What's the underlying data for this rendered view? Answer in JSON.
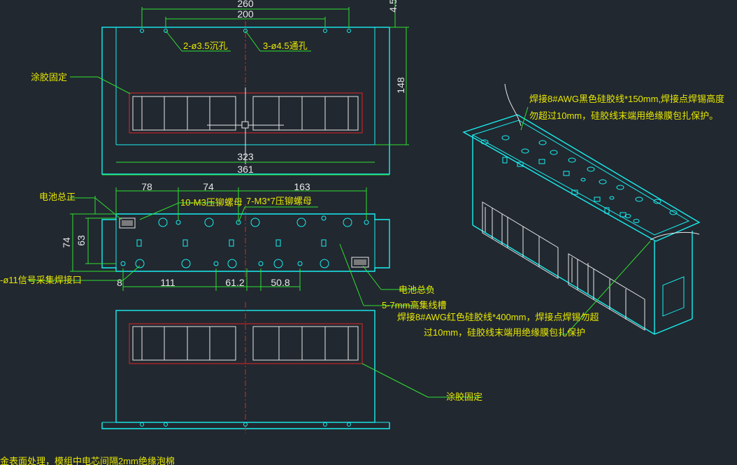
{
  "top_view": {
    "dim_260": "260",
    "dim_200": "200",
    "dim_323": "323",
    "dim_361": "361",
    "dim_148": "148",
    "dim_4_5": "4.5",
    "hole_a": "2-ø3.5沉孔",
    "hole_b": "3-ø4.5通孔",
    "glue_label": "涂胶固定"
  },
  "front_view": {
    "dim_78": "78",
    "dim_74": "74",
    "dim_163": "163",
    "dim_111": "111",
    "dim_61_2": "61.2",
    "dim_50_8": "50.8",
    "dim_8": "8",
    "dim_74v": "74",
    "dim_63": "63",
    "pos_label": "电池总正",
    "m3_nuts": "10-M3压铆螺母",
    "m3x7_nuts": "7-M3*7压铆螺母",
    "signal_port": "-ø11信号采集焊接口",
    "neg_label": "电池总负",
    "wire_slot": "5-7mm高集线槽"
  },
  "bottom_view": {
    "glue_label": "涂胶固定"
  },
  "iso_view": {
    "black_wire_1": "焊接8#AWG黑色硅胶线*150mm,焊接点焊锡高度",
    "black_wire_2": "勿超过10mm，硅胶线末端用绝缘膜包扎保护。",
    "red_wire_1": "焊接8#AWG红色硅胶线*400mm，焊接点焊锡勿超",
    "red_wire_2": "过10mm，硅胶线末端用绝缘膜包扎保护"
  },
  "footer": {
    "note": "金表面处理，模组中电芯间隔2mm绝缘泡棉"
  },
  "colors": {
    "background": "#212830",
    "outline": "#19f0f0",
    "dimension": "#2fe02f",
    "centerline": "#e02424",
    "text": "#e8e800"
  }
}
